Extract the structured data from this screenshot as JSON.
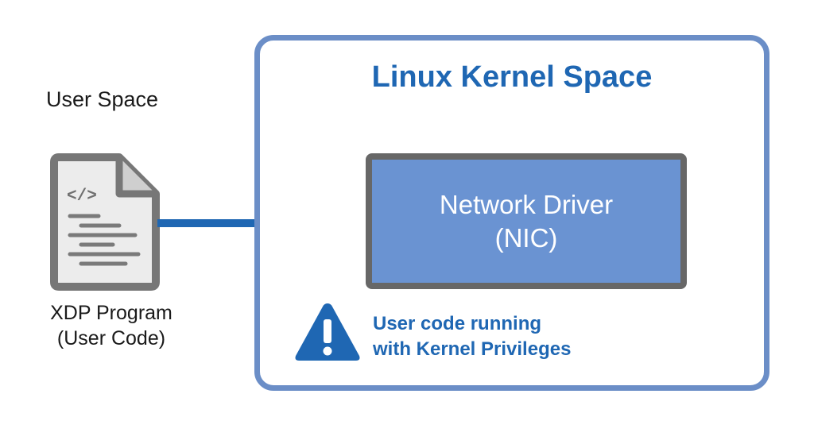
{
  "user_space": {
    "label": "User Space",
    "program_line1": "XDP Program",
    "program_line2": "(User Code)",
    "code_symbol": "</>",
    "icon": "code-file-icon"
  },
  "kernel_space": {
    "title": "Linux Kernel Space",
    "driver_line1": "Network Driver",
    "driver_line2": "(NIC)",
    "warning_line1": "User code running",
    "warning_line2": "with Kernel Privileges",
    "warning_icon": "warning-icon"
  },
  "colors": {
    "accent_blue": "#1f67b3",
    "kernel_border": "#6b8ec7",
    "driver_fill": "#6a93d2",
    "driver_border": "#676767",
    "doc_gray": "#777777",
    "doc_fill": "#ececec"
  }
}
